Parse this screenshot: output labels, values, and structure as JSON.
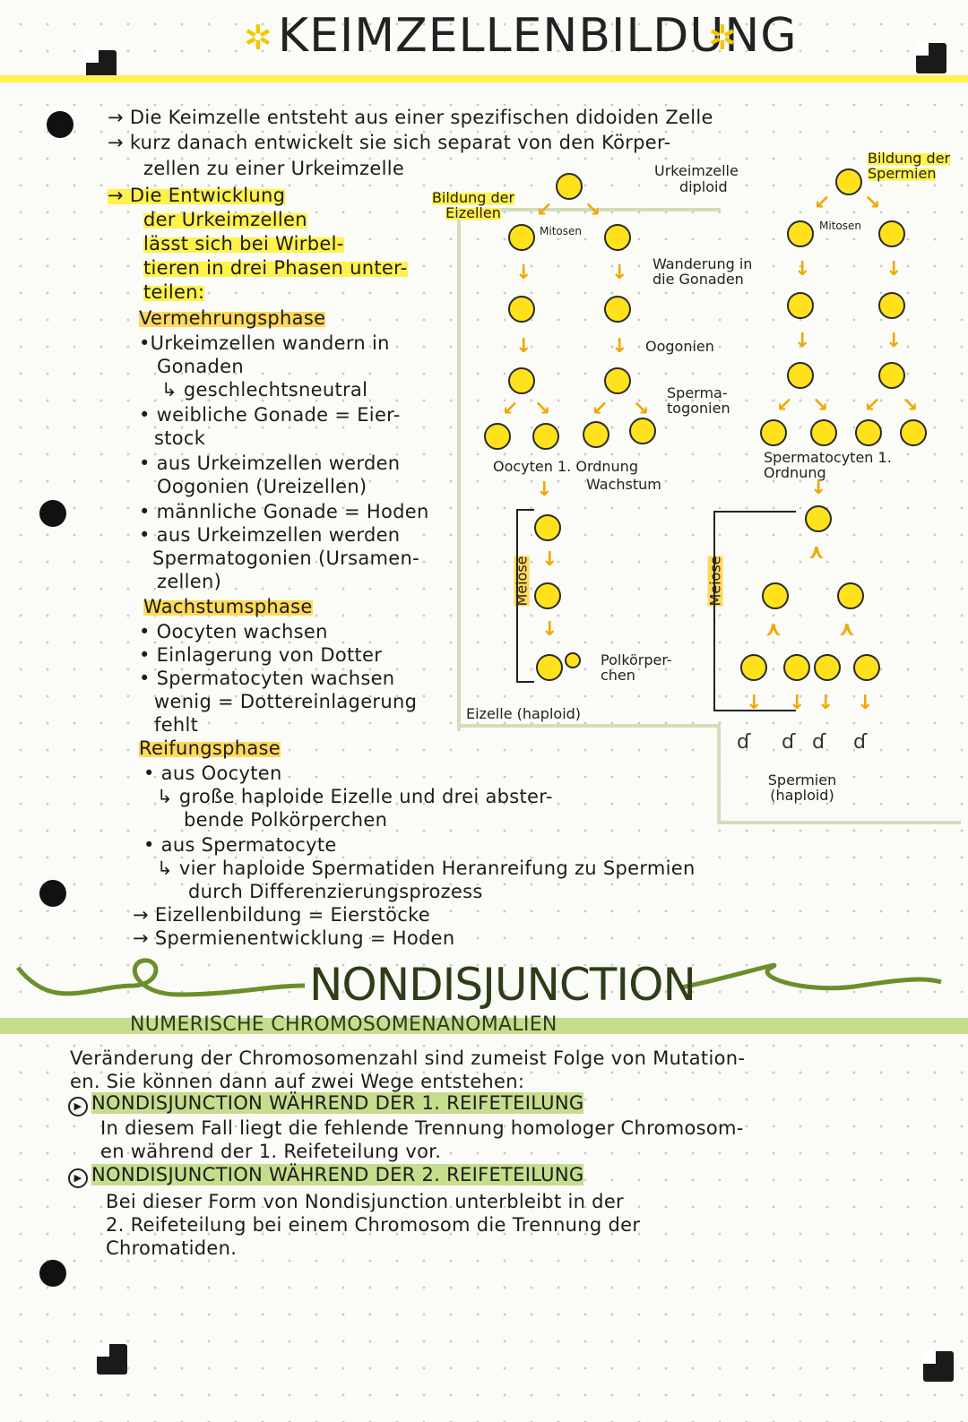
{
  "title": "KEIMZELLENBILDUNG",
  "intro": [
    "→ Die Keimzelle entsteht aus einer spezifischen didoiden Zelle",
    "→ kurz danach entwickelt sie sich separat von den Körper-",
    "zellen zu einer Urkeimzelle"
  ],
  "development_lines": [
    "→ Die Entwicklung",
    "der Urkeimzellen",
    "lässt sich bei Wirbel-",
    "tieren in drei Phasen unter-",
    "teilen:"
  ],
  "phase1": {
    "heading": "Vermehrungsphase",
    "lines": [
      "•Urkeimzellen wandern in",
      "Gonaden",
      "↳ geschlechtsneutral",
      "• weibliche Gonade = Eier-",
      "stock",
      "• aus Urkeimzellen werden",
      "Oogonien (Ureizellen)",
      "• männliche Gonade = Hoden",
      "• aus Urkeimzellen werden",
      "Spermatogonien (Ursamen-",
      "zellen)"
    ]
  },
  "phase2": {
    "heading": "Wachstumsphase",
    "lines": [
      "• Oocyten wachsen",
      "• Einlagerung von Dotter",
      "• Spermatocyten wachsen",
      "wenig = Dottereinlagerung",
      "fehlt"
    ]
  },
  "phase3": {
    "heading": "Reifungsphase",
    "lines": [
      "• aus Oocyten",
      "↳ große haploide Eizelle und drei abster-",
      "bende Polkörperchen",
      "• aus Spermatocyte",
      "↳ vier haploide Spermatiden Heranreifung zu Spermien",
      "durch Differenzierungsprozess",
      "→ Eizellenbildung = Eierstöcke",
      "→ Spermienentwicklung = Hoden"
    ]
  },
  "diagram": {
    "bildung_eizellen": "Bildung der Eizellen",
    "urkeimzelle": "Urkeimzelle",
    "diploid": "diploid",
    "bildung_spermien": "Bildung der Spermien",
    "mitosen_left": "Mitosen",
    "mitosen_right": "Mitosen",
    "wanderung": "Wanderung in die Gonaden",
    "oogonien": "Oogonien",
    "spermatogonien": "Sperma-togonien",
    "oocyten": "Oocyten 1. Ordnung",
    "wachstum": "Wachstum",
    "spermatocyten": "Spermatocyten 1. Ordnung",
    "meiose_left": "Meiose",
    "meiose_right": "Meiose",
    "polkoerperchen": "Polkörper-chen",
    "eizelle": "Eizelle (haploid)",
    "spermien": "Spermien (haploid)"
  },
  "section2": {
    "title": "NONDISJUNCTION",
    "subtitle": "NUMERISCHE CHROMOSOMENANOMALIEN",
    "intro": [
      "Veränderung der Chromosomenzahl sind zumeist Folge von Mutation-",
      "en. Sie können dann auf zwei Wege entstehen:"
    ],
    "item1_title": "NONDISJUNCTION WÄHREND DER 1. REIFETEILUNG",
    "item1_text": [
      "In diesem Fall liegt die fehlende Trennung homologer Chromosom-",
      "en während der 1. Reifeteilung vor."
    ],
    "item2_title": "NONDISJUNCTION WÄHREND DER 2. REIFETEILUNG",
    "item2_text": [
      "Bei dieser Form von Nondisjunction unterbleibt in der",
      "2. Reifeteilung bei einem Chromosom die Trennung der",
      "Chromatiden."
    ]
  },
  "colors": {
    "highlight_yellow": "#fff24a",
    "highlight_green": "#c6dd8e",
    "cell_yellow": "#ffe11c",
    "arrow_orange": "#f0a800"
  }
}
